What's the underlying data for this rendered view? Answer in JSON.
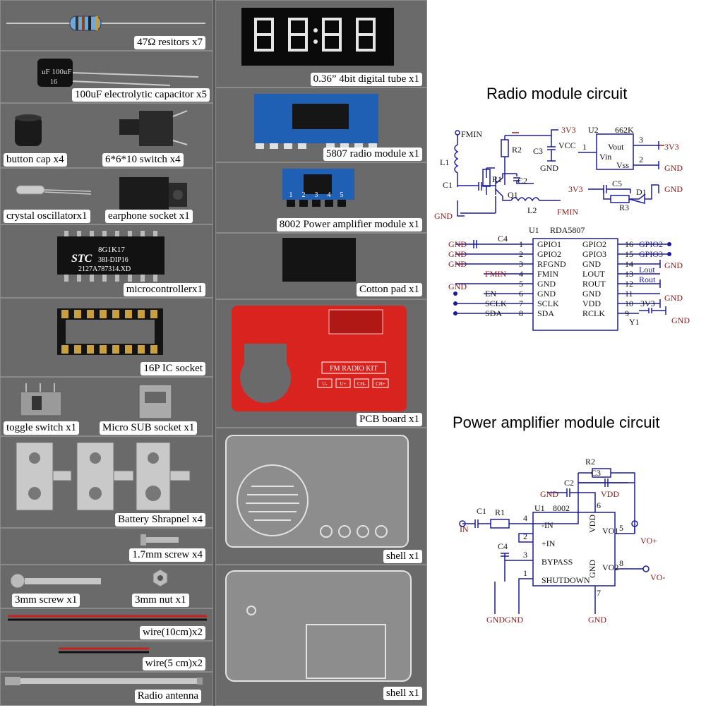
{
  "components_left": [
    {
      "label": "47Ω resitors x7"
    },
    {
      "label": "100uF electrolytic capacitor x5"
    },
    {
      "label": "button cap x4"
    },
    {
      "label": "6*6*10 switch x4"
    },
    {
      "label": "crystal oscillatorx1"
    },
    {
      "label": "earphone socket x1"
    },
    {
      "label": "microcontrollerx1"
    },
    {
      "label": "16P IC socket"
    },
    {
      "label": "toggle switch x1"
    },
    {
      "label": "Micro SUB socket x1"
    },
    {
      "label": "Battery Shrapnel x4"
    },
    {
      "label": "1.7mm screw x4"
    },
    {
      "label": "3mm screw x1"
    },
    {
      "label": "3mm nut x1"
    },
    {
      "label": "wire(10cm)x2"
    },
    {
      "label": "wire(5 cm)x2"
    },
    {
      "label": "Radio antenna"
    }
  ],
  "components_right": [
    {
      "label": "0.36” 4bit digital tube x1"
    },
    {
      "label": "5807 radio module x1"
    },
    {
      "label": "8002 Power amplifier module x1"
    },
    {
      "label": "Cotton pad x1"
    },
    {
      "label": "PCB board x1"
    },
    {
      "label": "shell x1"
    },
    {
      "label": "shell x1"
    }
  ],
  "printed_parts": {
    "capacitor_marking": "uF 100uF",
    "capacitor_voltage": "16",
    "mcu_brand": "STC",
    "mcu_line1": "8G1K17",
    "mcu_line2": "38I-DIP16",
    "mcu_line3": "2127A787314.XD",
    "pcb_title": "FM RADIO KIT",
    "pcb_buttons": [
      "U-",
      "U+",
      "CH-",
      "CH+"
    ],
    "amp_pins": [
      "1",
      "2",
      "3",
      "4",
      "5"
    ]
  },
  "radio_circuit": {
    "title": "Radio module circuit",
    "texts": {
      "fmin": "FMIN",
      "l1": "L1",
      "r2": "R2",
      "c3": "C3",
      "v3v3": "3V3",
      "vcc": "VCC",
      "gnd": "GND",
      "r1": "R1",
      "c1": "C1",
      "q1": "Q1",
      "c2": "C2",
      "l2": "L2",
      "u2": "U2",
      "reg": "662K",
      "vout": "Vout",
      "vin": "Vin",
      "vss": "Vss",
      "pin1": "1",
      "pin2": "2",
      "pin3": "3",
      "c5": "C5",
      "r3": "R3",
      "d1": "D1",
      "u1": "U1",
      "u1part": "RDA5807",
      "c4": "C4",
      "en": "EN",
      "sclk": "SCLK",
      "sda": "SDA",
      "lout": "Lout",
      "rout": "Rout",
      "y1": "Y1"
    },
    "left_pins": [
      {
        "num": "1",
        "name": "GPIO1"
      },
      {
        "num": "2",
        "name": "GPIO2"
      },
      {
        "num": "3",
        "name": "RFGND"
      },
      {
        "num": "4",
        "name": "FMIN"
      },
      {
        "num": "5",
        "name": "GND"
      },
      {
        "num": "6",
        "name": "GND"
      },
      {
        "num": "7",
        "name": "SCLK"
      },
      {
        "num": "8",
        "name": "SDA"
      }
    ],
    "right_pins": [
      {
        "num": "16",
        "name": "GPIO2"
      },
      {
        "num": "15",
        "name": "GPIO3"
      },
      {
        "num": "14",
        "name": "GND"
      },
      {
        "num": "13",
        "name": "LOUT"
      },
      {
        "num": "12",
        "name": "ROUT"
      },
      {
        "num": "11",
        "name": "GND"
      },
      {
        "num": "10",
        "name": "VDD"
      },
      {
        "num": "9",
        "name": "RCLK"
      }
    ]
  },
  "amp_circuit": {
    "title": "Power amplifier module circuit",
    "texts": {
      "r2": "R2",
      "c3": "C3",
      "c2": "C2",
      "gnd": "GND",
      "vdd": "VDD",
      "u1": "U1",
      "part": "8002",
      "c1": "C1",
      "r1": "R1",
      "in": "IN",
      "neg_in": "-IN",
      "pos_in": "+IN",
      "bypass": "BYPASS",
      "shutdown": "SHUTDOWN",
      "vo1": "VO1",
      "vo2": "VO2",
      "vo_pos": "VO+",
      "vo_neg": "VO-",
      "c4": "C4",
      "p1": "1",
      "p2": "2",
      "p3": "3",
      "p4": "4",
      "p5": "5",
      "p6": "6",
      "p7": "7",
      "p8": "8",
      "gndgnd": "GNDGND"
    }
  },
  "colors": {
    "panel": "#6e6e6e",
    "schematic_line": "#1c1c99",
    "signal_red": "#8b1a1a",
    "pcb_red": "#d8231f"
  }
}
